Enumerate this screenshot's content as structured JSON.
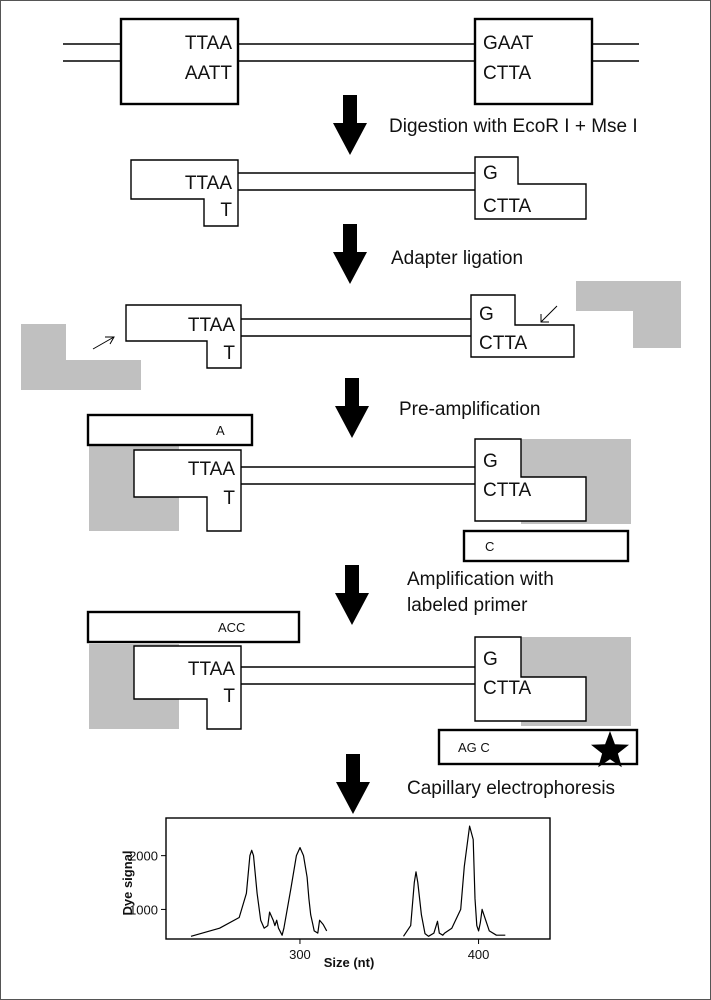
{
  "figure": {
    "genomic_dna": {
      "left_site": {
        "top": "TTAA",
        "bottom": "AATT"
      },
      "right_site": {
        "top": "GAAT",
        "bottom": "CTTA"
      }
    },
    "fragment": {
      "left_top": "TTAA",
      "left_bottom": "T",
      "right_top": "G",
      "right_bottom": "CTTA"
    },
    "steps": {
      "digestion": "Digestion with EcoR I + Mse I",
      "ligation": "Adapter ligation",
      "preamp": "Pre-amplification",
      "amp_line1": "Amplification with",
      "amp_line2": "labeled primer",
      "ce": "Capillary electrophoresis"
    },
    "primers": {
      "preamp_top": "A",
      "preamp_bottom": "C",
      "amp_top": "ACC",
      "amp_bottom": "AG C"
    },
    "colors": {
      "adapter": "#c0c0c0",
      "ink": "#000000"
    },
    "icons": [
      "down-arrow-icon",
      "star-icon",
      "ligation-arrow-icon"
    ]
  },
  "chart_data": {
    "type": "line",
    "title": "",
    "xlabel": "Size (nt)",
    "ylabel": "Dye signal",
    "xticks": [
      "300",
      "400"
    ],
    "yticks": [
      "1000",
      "2000"
    ],
    "xlim": [
      225,
      440
    ],
    "ylim": [
      450,
      2700
    ],
    "grid": false,
    "series": [
      {
        "x": [
          239,
          255,
          266,
          270,
          272,
          273,
          274,
          276,
          278,
          280,
          282,
          283,
          285,
          286,
          287,
          288,
          290,
          291,
          295,
          298,
          300,
          302,
          304,
          305,
          306,
          307,
          308,
          310,
          311,
          313,
          315
        ],
        "y": [
          500,
          650,
          850,
          1300,
          2000,
          2100,
          2000,
          1300,
          800,
          650,
          700,
          950,
          800,
          700,
          800,
          650,
          520,
          650,
          1400,
          2000,
          2150,
          2000,
          1600,
          1200,
          900,
          750,
          600,
          560,
          800,
          720,
          600
        ]
      },
      {
        "x": [
          358,
          362,
          364,
          365,
          366,
          368,
          370,
          372,
          375,
          377,
          378,
          380,
          381,
          385,
          390,
          392,
          395,
          397,
          398,
          399,
          400,
          401,
          402,
          404,
          406,
          410,
          415
        ],
        "y": [
          500,
          700,
          1500,
          1700,
          1500,
          900,
          550,
          500,
          560,
          780,
          560,
          520,
          560,
          650,
          1000,
          1800,
          2550,
          2300,
          1200,
          700,
          600,
          750,
          1000,
          800,
          600,
          520,
          520
        ]
      }
    ]
  }
}
